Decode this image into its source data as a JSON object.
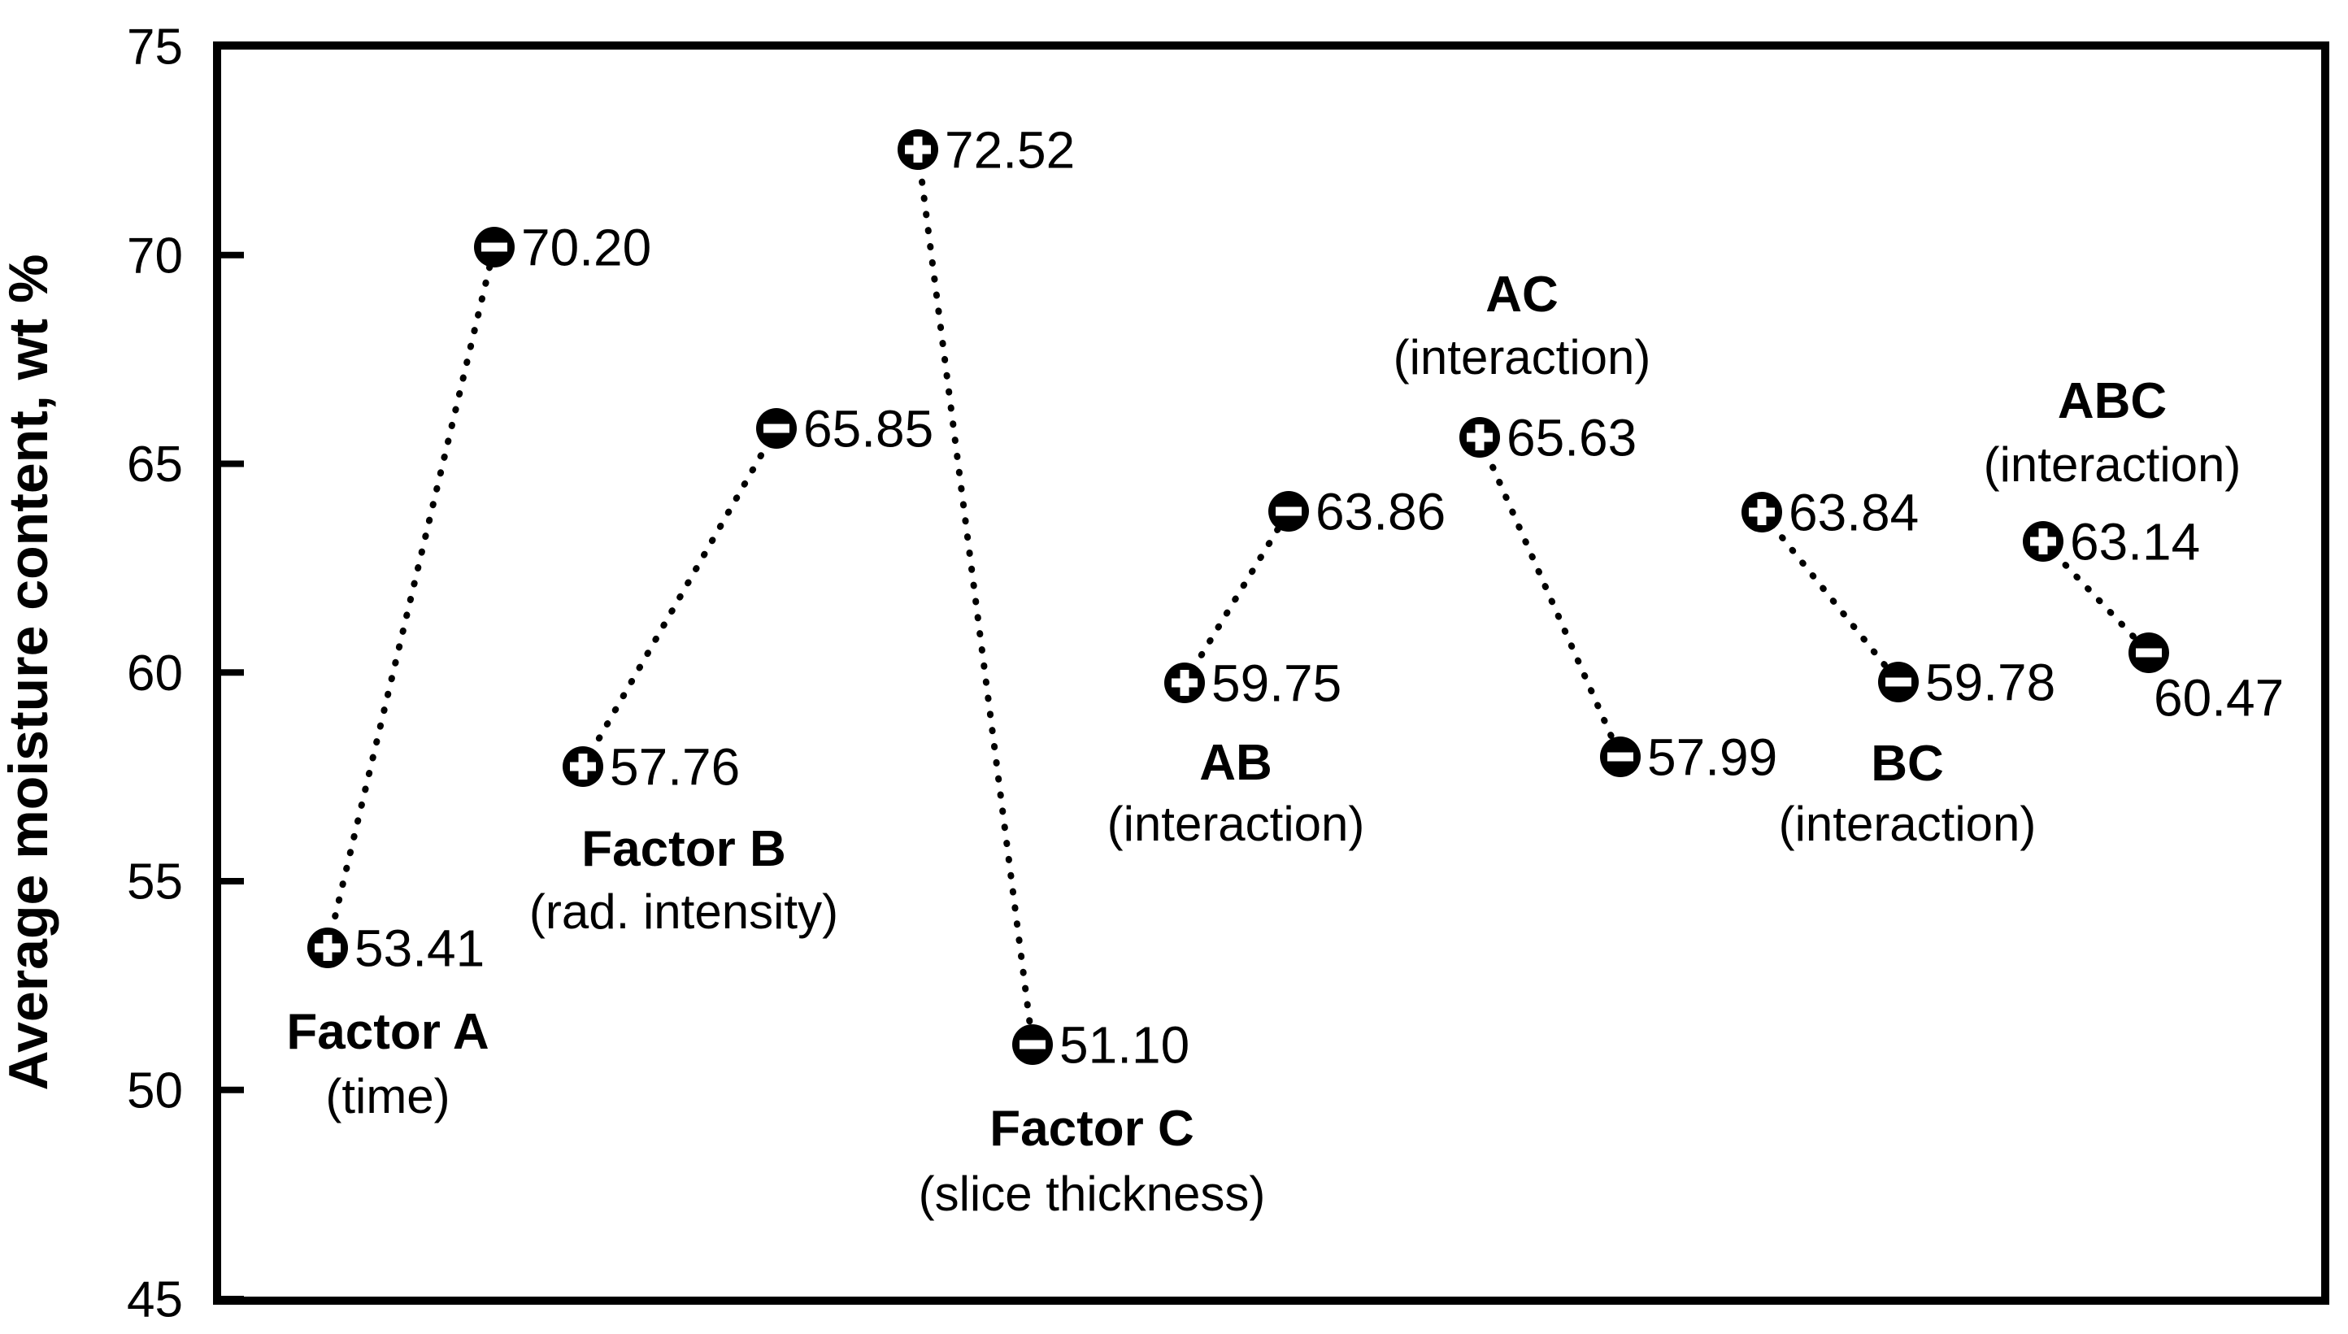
{
  "chart_data": {
    "type": "scatter",
    "title": "",
    "xlabel": "",
    "ylabel": "Average moisture content, wt %",
    "ylim": [
      45,
      75
    ],
    "ytick_values": [
      75,
      70,
      65,
      60,
      55,
      50,
      45
    ],
    "grid": false,
    "legend_position": "none",
    "categories": [
      "Factor A (time)",
      "Factor B (rad. intensity)",
      "Factor C (slice thickness)",
      "AB (interaction)",
      "AC (interaction)",
      "BC (interaction)",
      "ABC (interaction)"
    ],
    "series": [
      {
        "name": "plus level (+)",
        "marker": "circle-plus",
        "values": [
          53.41,
          57.76,
          72.52,
          59.75,
          65.63,
          63.84,
          63.14
        ]
      },
      {
        "name": "minus level (-)",
        "marker": "circle-minus",
        "values": [
          70.2,
          65.85,
          51.1,
          63.86,
          57.99,
          59.78,
          60.47
        ]
      }
    ],
    "colors": {
      "foreground": "#000000",
      "background": "#ffffff"
    }
  },
  "axis": {
    "y_title": "Average moisture content, wt %",
    "y_ticks": [
      "75",
      "70",
      "65",
      "60",
      "55",
      "50",
      "45"
    ]
  },
  "groups": [
    {
      "name": "Factor A",
      "descriptor": "(time)",
      "plus_label": "53.41",
      "minus_label": "70.20"
    },
    {
      "name": "Factor B",
      "descriptor": "(rad. intensity)",
      "plus_label": "57.76",
      "minus_label": "65.85"
    },
    {
      "name": "Factor C",
      "descriptor": "(slice thickness)",
      "plus_label": "72.52",
      "minus_label": "51.10"
    },
    {
      "name": "AB",
      "descriptor": "(interaction)",
      "plus_label": "59.75",
      "minus_label": "63.86"
    },
    {
      "name": "AC",
      "descriptor": "(interaction)",
      "plus_label": "65.63",
      "minus_label": "57.99"
    },
    {
      "name": "BC",
      "descriptor": "(interaction)",
      "plus_label": "63.84",
      "minus_label": "59.78"
    },
    {
      "name": "ABC",
      "descriptor": "(interaction)",
      "plus_label": "63.14",
      "minus_label": "60.47"
    }
  ]
}
